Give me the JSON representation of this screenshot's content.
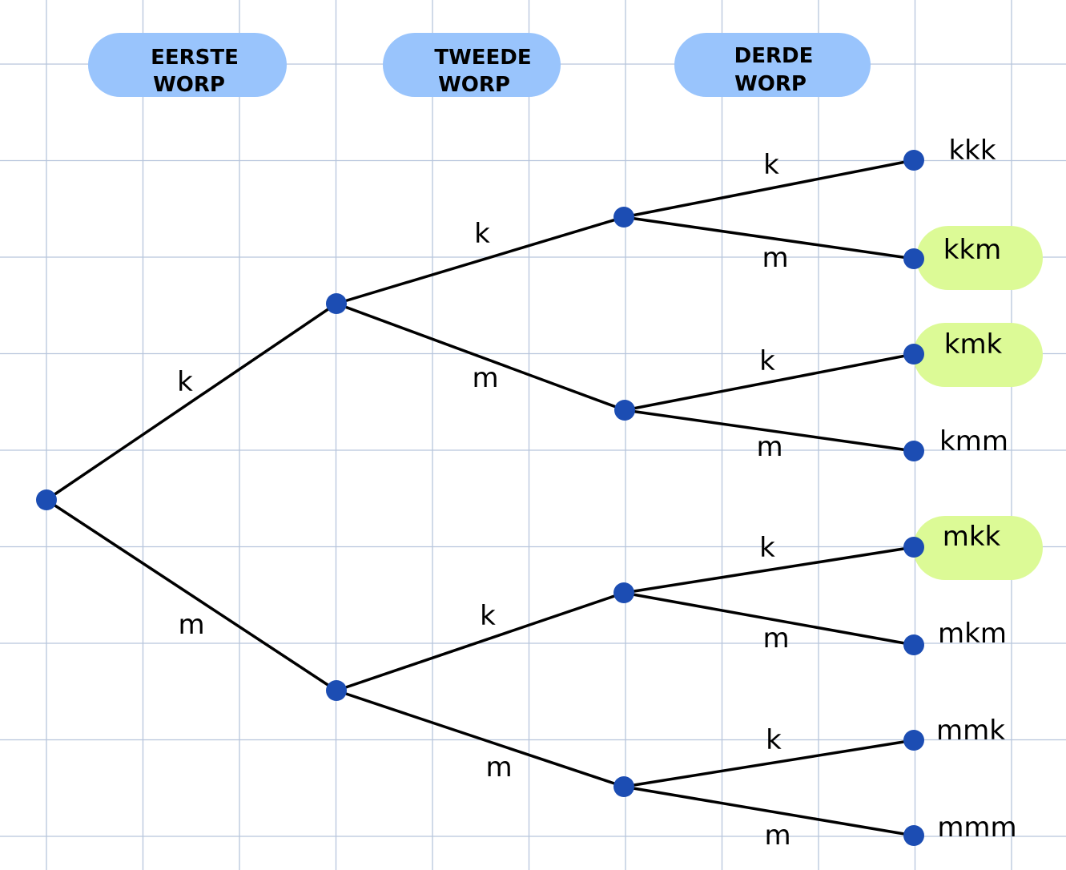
{
  "colors": {
    "grid": "#b7c5dc",
    "header_pill": "#99c4fc",
    "highlight_pill": "#dcfa96",
    "node": "#1c4db3",
    "edge": "#000000",
    "background": "#ffffff"
  },
  "headers": [
    {
      "line1": "EERSTE",
      "line2": "WORP"
    },
    {
      "line1": "TWEEDE",
      "line2": "WORP"
    },
    {
      "line1": "DERDE",
      "line2": "WORP"
    }
  ],
  "branch_labels": {
    "k": "k",
    "m": "m"
  },
  "outcomes": [
    {
      "label": "kkk",
      "highlighted": false
    },
    {
      "label": "kkm",
      "highlighted": true
    },
    {
      "label": "kmk",
      "highlighted": true
    },
    {
      "label": "kmm",
      "highlighted": false
    },
    {
      "label": "mkk",
      "highlighted": true
    },
    {
      "label": "mkm",
      "highlighted": false
    },
    {
      "label": "mmk",
      "highlighted": false
    },
    {
      "label": "mmm",
      "highlighted": false
    }
  ]
}
